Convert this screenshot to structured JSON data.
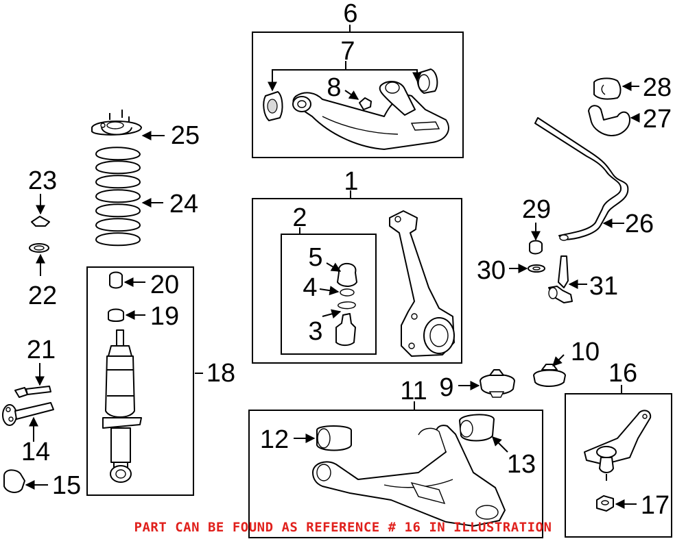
{
  "callouts": {
    "c1": "1",
    "c2": "2",
    "c3": "3",
    "c4": "4",
    "c5": "5",
    "c6": "6",
    "c7": "7",
    "c8": "8",
    "c9": "9",
    "c10": "10",
    "c11": "11",
    "c12": "12",
    "c13": "13",
    "c14": "14",
    "c15": "15",
    "c16": "16",
    "c17": "17",
    "c18": "18",
    "c19": "19",
    "c20": "20",
    "c21": "21",
    "c22": "22",
    "c23": "23",
    "c24": "24",
    "c25": "25",
    "c26": "26",
    "c27": "27",
    "c28": "28",
    "c29": "29",
    "c30": "30",
    "c31": "31"
  },
  "note": "PART CAN BE FOUND AS REFERENCE # 16 IN ILLUSTRATION",
  "colors": {
    "note": "#e0201c",
    "line": "#000000",
    "background": "#ffffff"
  }
}
